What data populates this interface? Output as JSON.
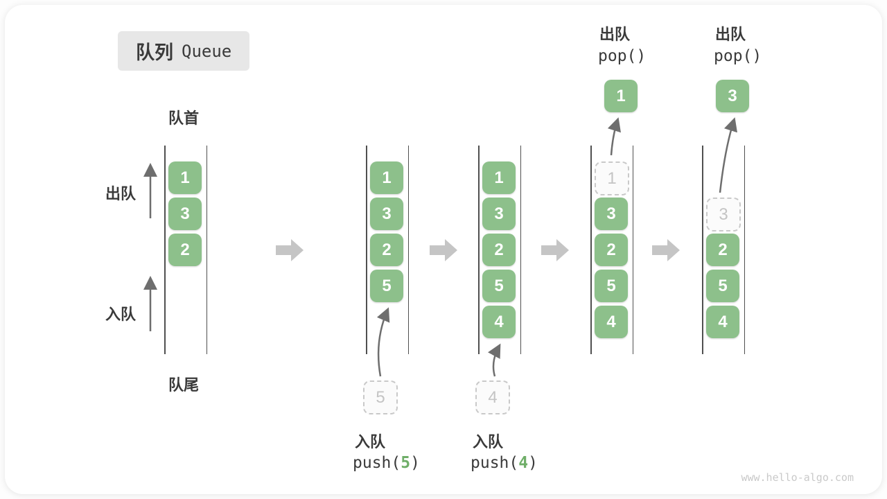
{
  "title": {
    "zh": "队列",
    "en": "Queue"
  },
  "labels": {
    "front": "队首",
    "rear": "队尾",
    "dequeue_side": "出队",
    "enqueue_side": "入队"
  },
  "colors": {
    "item_green": "#8dc08b",
    "code_arg_green": "#6fae68",
    "dark_text": "#3a3a3a",
    "block_arrow_gray": "#c5c5c5",
    "thin_arrow_gray": "#7a7a7a",
    "dashed_gray": "#c9c9c9",
    "title_bg": "#e7e7e7",
    "watermark_gray": "#c9c9c9"
  },
  "queue_states": [
    {
      "boxes": [
        {
          "slot": 0,
          "value": "1"
        },
        {
          "slot": 1,
          "value": "3"
        },
        {
          "slot": 2,
          "value": "2"
        }
      ]
    },
    {
      "boxes": [
        {
          "slot": 0,
          "value": "1"
        },
        {
          "slot": 1,
          "value": "3"
        },
        {
          "slot": 2,
          "value": "2"
        },
        {
          "slot": 3,
          "value": "5"
        }
      ],
      "incoming": "5"
    },
    {
      "boxes": [
        {
          "slot": 0,
          "value": "1"
        },
        {
          "slot": 1,
          "value": "3"
        },
        {
          "slot": 2,
          "value": "2"
        },
        {
          "slot": 3,
          "value": "5"
        },
        {
          "slot": 4,
          "value": "4"
        }
      ],
      "incoming": "4"
    },
    {
      "boxes": [
        {
          "slot": 0,
          "value": "1",
          "dashed": true
        },
        {
          "slot": 1,
          "value": "3"
        },
        {
          "slot": 2,
          "value": "2"
        },
        {
          "slot": 3,
          "value": "5"
        },
        {
          "slot": 4,
          "value": "4"
        }
      ],
      "popped": "1"
    },
    {
      "boxes": [
        {
          "slot": 1,
          "value": "3",
          "dashed": true
        },
        {
          "slot": 2,
          "value": "2"
        },
        {
          "slot": 3,
          "value": "5"
        },
        {
          "slot": 4,
          "value": "4"
        }
      ],
      "popped": "3"
    }
  ],
  "enqueue_ops": [
    {
      "label": "入队",
      "fn": "push(",
      "arg": "5",
      "close": ")"
    },
    {
      "label": "入队",
      "fn": "push(",
      "arg": "4",
      "close": ")"
    }
  ],
  "dequeue_ops": [
    {
      "label": "出队",
      "code": "pop()"
    },
    {
      "label": "出队",
      "code": "pop()"
    }
  ],
  "watermark": "www.hello-algo.com"
}
